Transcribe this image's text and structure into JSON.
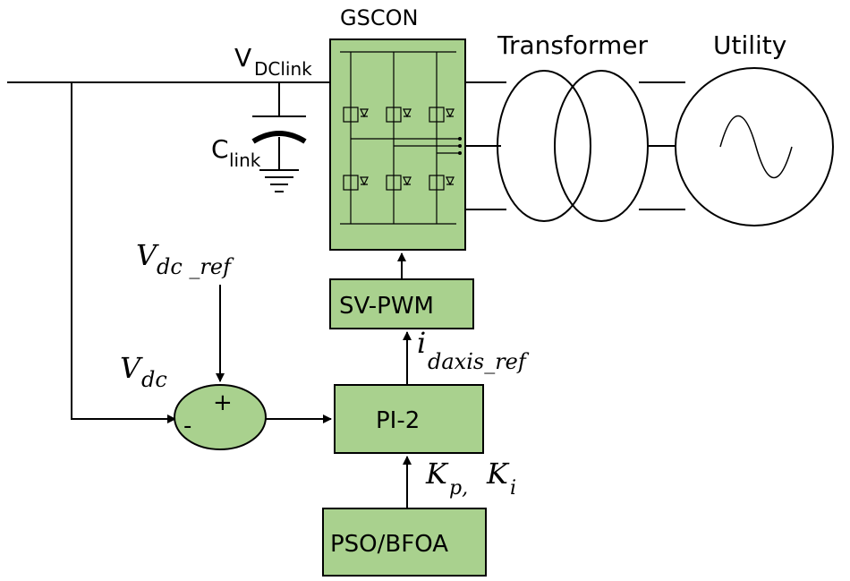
{
  "labels": {
    "gscon": "GSCON",
    "transformer": "Transformer",
    "utility": "Utility",
    "vdclink_main": "V",
    "vdclink_sub": "DClink",
    "clink_main": "C",
    "clink_sub": "link",
    "svpwm": "SV-PWM",
    "pi2": "PI-2",
    "psobfoa": "PSO/BFOA",
    "vdcref_main": "V",
    "vdcref_sub": "dc _ref",
    "vdc_main": "V",
    "vdc_sub": "dc",
    "idaxis_main": "i",
    "idaxis_sub": "daxis_ref",
    "kp_main": "K",
    "kp_sub": "p,",
    "ki_main": "K",
    "ki_sub": "i",
    "plus": "+",
    "minus": "-"
  },
  "colors": {
    "block_fill": "#a9d18e",
    "stroke": "#000000"
  }
}
